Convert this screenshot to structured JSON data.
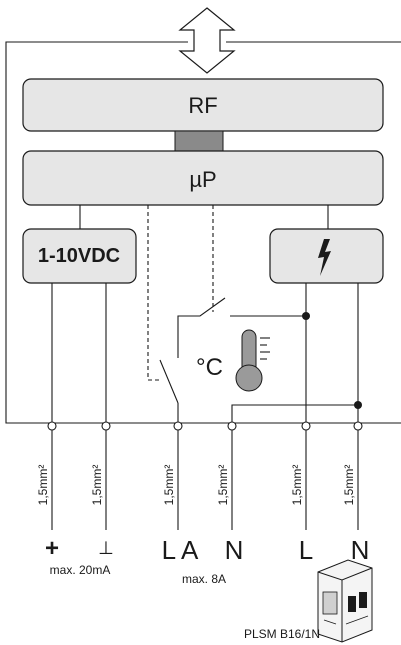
{
  "blocks": {
    "rf": "RF",
    "up": "µP",
    "voltage_module": "1-10VDC"
  },
  "temperature": {
    "unit": "°C"
  },
  "cable_labels": [
    "1,5mm²",
    "1,5mm²",
    "1,5mm²",
    "1,5mm²",
    "1,5mm²",
    "1,5mm²"
  ],
  "terminals": {
    "plus": "+",
    "minus": "⊥",
    "la": "L A",
    "n1": "N",
    "l": "L",
    "n2": "N"
  },
  "notes": {
    "max_current_low": "max. 20mA",
    "max_current_relay": "max. 8A",
    "breaker": "PLSM B16/1N"
  }
}
